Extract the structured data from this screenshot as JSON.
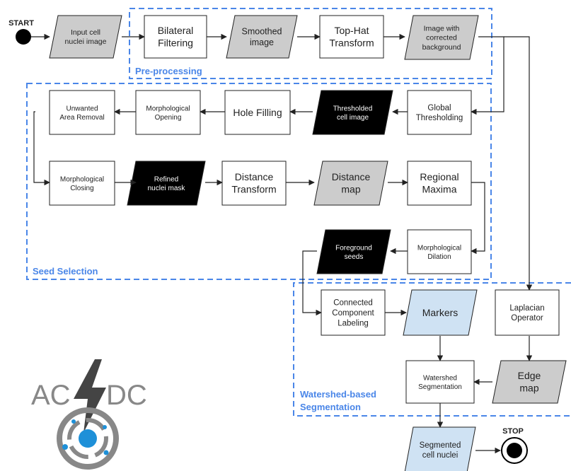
{
  "terminals": {
    "start": "START",
    "stop": "STOP"
  },
  "groups": {
    "preprocessing": "Pre-processing",
    "seed_selection": "Seed Selection",
    "watershed_line1": "Watershed-based",
    "watershed_line2": "Segmentation"
  },
  "nodes": {
    "input_image": [
      "Input cell",
      "nuclei image"
    ],
    "bilateral": [
      "Bilateral",
      "Filtering"
    ],
    "smoothed": [
      "Smoothed",
      "image"
    ],
    "tophat": [
      "Top-Hat",
      "Transform"
    ],
    "corrected": [
      "Image with",
      "corrected",
      "background"
    ],
    "global_thr": [
      "Global",
      "Thresholding"
    ],
    "thresholded": [
      "Thresholded",
      "cell image"
    ],
    "hole_filling": [
      "Hole Filling"
    ],
    "morph_opening": [
      "Morphological",
      "Opening"
    ],
    "unwanted": [
      "Unwanted",
      "Area Removal"
    ],
    "morph_closing": [
      "Morphological",
      "Closing"
    ],
    "refined": [
      "Refined",
      "nuclei mask"
    ],
    "dist_transform": [
      "Distance",
      "Transform"
    ],
    "dist_map": [
      "Distance",
      "map"
    ],
    "regional_max": [
      "Regional",
      "Maxima"
    ],
    "morph_dilation": [
      "Morphological",
      "Dilation"
    ],
    "fg_seeds": [
      "Foreground",
      "seeds"
    ],
    "ccl": [
      "Connected",
      "Component",
      "Labeling"
    ],
    "markers": [
      "Markers"
    ],
    "laplacian": [
      "Laplacian",
      "Operator"
    ],
    "watershed": [
      "Watershed",
      "Segmentation"
    ],
    "edge_map": [
      "Edge",
      "map"
    ],
    "segmented": [
      "Segmented",
      "cell nuclei"
    ]
  },
  "logo": {
    "text_left": "AC",
    "text_right": "DC"
  },
  "colors": {
    "group_border": "#4a86e8",
    "data_gray": "#cccccc",
    "data_black": "#000000",
    "data_blue": "#cfe2f3",
    "logo_gray": "#888888",
    "logo_blue": "#1e90d8"
  }
}
